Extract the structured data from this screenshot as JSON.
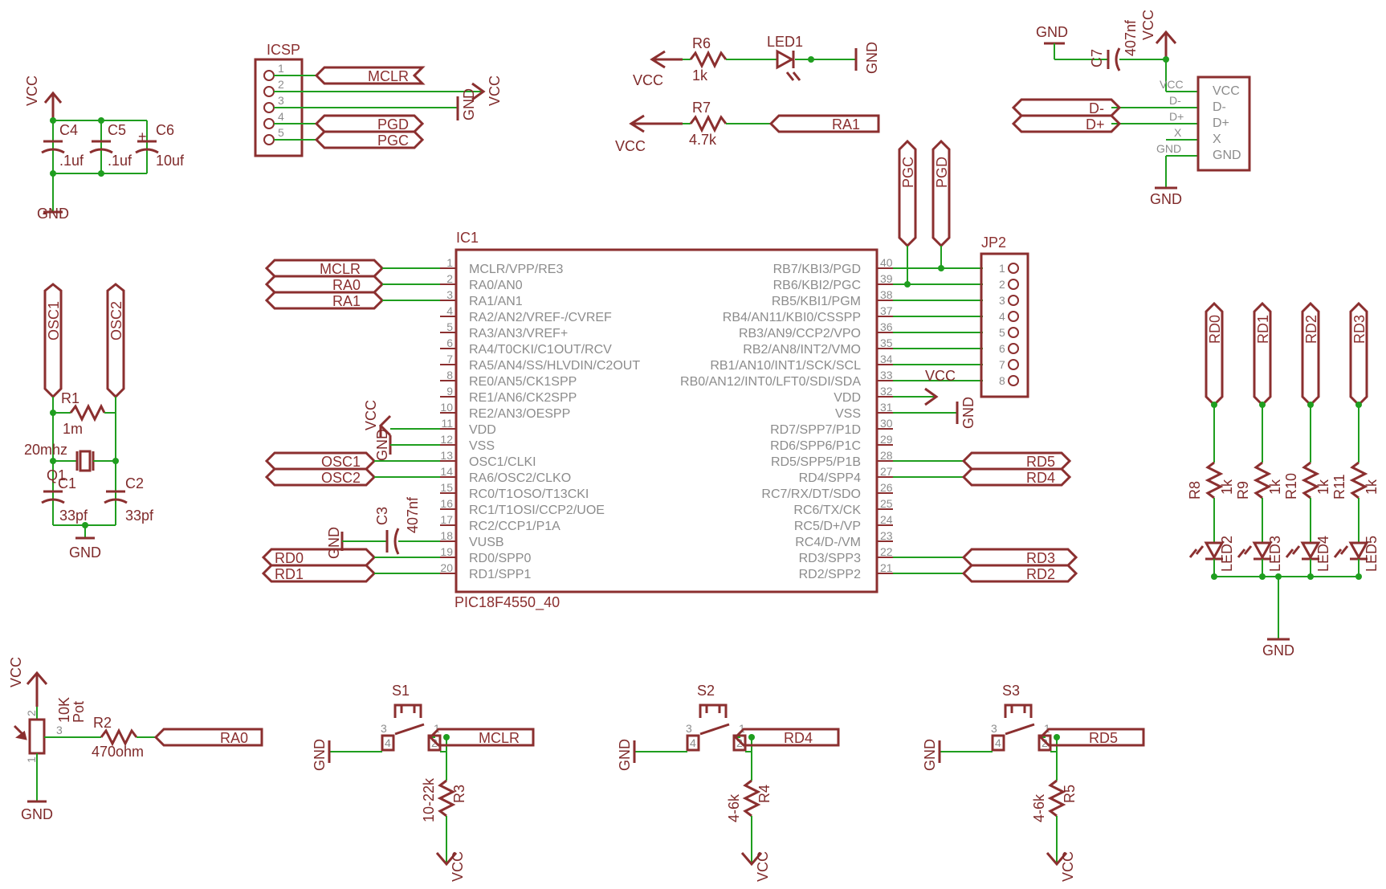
{
  "supply": {
    "vcc": "VCC",
    "gnd": "GND"
  },
  "decoupling": {
    "c4": {
      "name": "C4",
      "value": ".1uf"
    },
    "c5": {
      "name": "C5",
      "value": ".1uf"
    },
    "c6": {
      "name": "C6",
      "value": "10uf"
    }
  },
  "icsp": {
    "name": "ICSP",
    "pins": [
      "1",
      "2",
      "3",
      "4",
      "5"
    ],
    "mclr": "MCLR",
    "pgd": "PGD",
    "pgc": "PGC"
  },
  "led_section": {
    "r6": {
      "name": "R6",
      "value": "1k"
    },
    "led1": "LED1",
    "r7": {
      "name": "R7",
      "value": "4.7k"
    },
    "ra1": "RA1"
  },
  "usb": {
    "c7": {
      "name": "C7",
      "value": "407nf"
    },
    "dminus": "D-",
    "dplus": "D+",
    "wire_labels": [
      "VCC",
      "D-",
      "D+",
      "X",
      "GND"
    ],
    "connector_pins": [
      "VCC",
      "D-",
      "D+",
      "X",
      "GND"
    ]
  },
  "osc": {
    "osc1": "OSC1",
    "osc2": "OSC2",
    "r1": {
      "name": "R1",
      "value": "1m"
    },
    "crystal": {
      "name": "Q1",
      "value": "20mhz"
    },
    "c1": {
      "name": "C1",
      "value": "33pf"
    },
    "c2": {
      "name": "C2",
      "value": "33pf"
    }
  },
  "mcu": {
    "name": "IC1",
    "part": "PIC18F4550_40",
    "left_pins": [
      {
        "num": "1",
        "label": "MCLR/VPP/RE3"
      },
      {
        "num": "2",
        "label": "RA0/AN0"
      },
      {
        "num": "3",
        "label": "RA1/AN1"
      },
      {
        "num": "4",
        "label": "RA2/AN2/VREF-/CVREF"
      },
      {
        "num": "5",
        "label": "RA3/AN3/VREF+"
      },
      {
        "num": "6",
        "label": "RA4/T0CKI/C1OUT/RCV"
      },
      {
        "num": "7",
        "label": "RA5/AN4/SS/HLVDIN/C2OUT"
      },
      {
        "num": "8",
        "label": "RE0/AN5/CK1SPP"
      },
      {
        "num": "9",
        "label": "RE1/AN6/CK2SPP"
      },
      {
        "num": "10",
        "label": "RE2/AN3/OESPP"
      },
      {
        "num": "11",
        "label": "VDD"
      },
      {
        "num": "12",
        "label": "VSS"
      },
      {
        "num": "13",
        "label": "OSC1/CLKI"
      },
      {
        "num": "14",
        "label": "RA6/OSC2/CLKO"
      },
      {
        "num": "15",
        "label": "RC0/T1OSO/T13CKI"
      },
      {
        "num": "16",
        "label": "RC1/T1OSI/CCP2/UOE"
      },
      {
        "num": "17",
        "label": "RC2/CCP1/P1A"
      },
      {
        "num": "18",
        "label": "VUSB"
      },
      {
        "num": "19",
        "label": "RD0/SPP0"
      },
      {
        "num": "20",
        "label": "RD1/SPP1"
      }
    ],
    "right_pins": [
      {
        "num": "40",
        "label": "RB7/KBI3/PGD"
      },
      {
        "num": "39",
        "label": "RB6/KBI2/PGC"
      },
      {
        "num": "38",
        "label": "RB5/KBI1/PGM"
      },
      {
        "num": "37",
        "label": "RB4/AN11/KBI0/CSSPP"
      },
      {
        "num": "36",
        "label": "RB3/AN9/CCP2/VPO"
      },
      {
        "num": "35",
        "label": "RB2/AN8/INT2/VMO"
      },
      {
        "num": "34",
        "label": "RB1/AN10/INT1/SCK/SCL"
      },
      {
        "num": "33",
        "label": "RB0/AN12/INT0/LFT0/SDI/SDA"
      },
      {
        "num": "32",
        "label": "VDD"
      },
      {
        "num": "31",
        "label": "VSS"
      },
      {
        "num": "30",
        "label": "RD7/SPP7/P1D"
      },
      {
        "num": "29",
        "label": "RD6/SPP6/P1C"
      },
      {
        "num": "28",
        "label": "RD5/SPP5/P1B"
      },
      {
        "num": "27",
        "label": "RD4/SPP4"
      },
      {
        "num": "26",
        "label": "RC7/RX/DT/SDO"
      },
      {
        "num": "25",
        "label": "RC6/TX/CK"
      },
      {
        "num": "24",
        "label": "RC5/D+/VP"
      },
      {
        "num": "23",
        "label": "RC4/D-/VM"
      },
      {
        "num": "22",
        "label": "RD3/SPP3"
      },
      {
        "num": "21",
        "label": "RD2/SPP2"
      }
    ],
    "left_nets": {
      "mclr": "MCLR",
      "ra0": "RA0",
      "ra1": "RA1",
      "osc1": "OSC1",
      "osc2": "OSC2",
      "rd0": "RD0",
      "rd1": "RD1"
    },
    "right_nets": {
      "pgc": "PGC",
      "pgd": "PGD",
      "rd5": "RD5",
      "rd4": "RD4",
      "rd3": "RD3",
      "rd2": "RD2"
    },
    "c3": {
      "name": "C3",
      "value": "407nf"
    }
  },
  "jp2": {
    "name": "JP2",
    "pins": [
      "1",
      "2",
      "3",
      "4",
      "5",
      "6",
      "7",
      "8"
    ]
  },
  "led_bank": {
    "nets": [
      "RD0",
      "RD1",
      "RD2",
      "RD3"
    ],
    "resistors": [
      {
        "name": "R8",
        "value": "1k"
      },
      {
        "name": "R9",
        "value": "1k"
      },
      {
        "name": "R10",
        "value": "1k"
      },
      {
        "name": "R11",
        "value": "1k"
      }
    ],
    "leds": [
      "LED2",
      "LED3",
      "LED4",
      "LED5"
    ]
  },
  "pot": {
    "value": "10K",
    "type": "Pot",
    "pins": [
      "2",
      "3",
      "1"
    ],
    "r2": {
      "name": "R2",
      "value": "470ohm"
    },
    "net": "RA0"
  },
  "switches": [
    {
      "name": "S1",
      "net": "MCLR",
      "resistor": "R3",
      "value": "10-22k"
    },
    {
      "name": "S2",
      "net": "RD4",
      "resistor": "R4",
      "value": "4-6k"
    },
    {
      "name": "S3",
      "net": "RD5",
      "resistor": "R5",
      "value": "4-6k"
    }
  ],
  "switch_pins": [
    "3",
    "1",
    "4",
    "2"
  ]
}
